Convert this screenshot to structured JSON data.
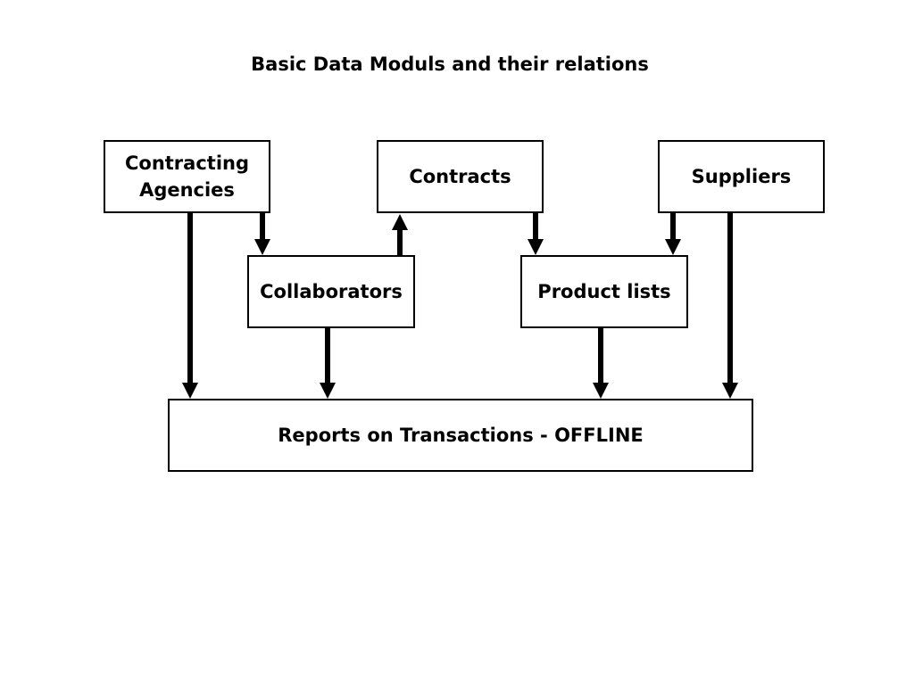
{
  "diagram": {
    "title": "Basic Data Moduls and their relations",
    "nodes": {
      "contracting_agencies": {
        "line1": "Contracting",
        "line2": "Agencies"
      },
      "contracts": {
        "label": "Contracts"
      },
      "suppliers": {
        "label": "Suppliers"
      },
      "collaborators": {
        "label": "Collaborators"
      },
      "product_lists": {
        "label": "Product lists"
      },
      "reports": {
        "label": "Reports on Transactions - OFFLINE"
      }
    },
    "edges": [
      {
        "from": "Contracting Agencies",
        "to": "Collaborators"
      },
      {
        "from": "Contracting Agencies",
        "to": "Reports on Transactions - OFFLINE"
      },
      {
        "from": "Collaborators",
        "to": "Contracts"
      },
      {
        "from": "Collaborators",
        "to": "Reports on Transactions - OFFLINE"
      },
      {
        "from": "Contracts",
        "to": "Product lists"
      },
      {
        "from": "Suppliers",
        "to": "Product lists"
      },
      {
        "from": "Suppliers",
        "to": "Reports on Transactions - OFFLINE"
      },
      {
        "from": "Product lists",
        "to": "Reports on Transactions - OFFLINE"
      }
    ],
    "colors": {
      "stroke": "#000000",
      "background": "#ffffff"
    }
  }
}
